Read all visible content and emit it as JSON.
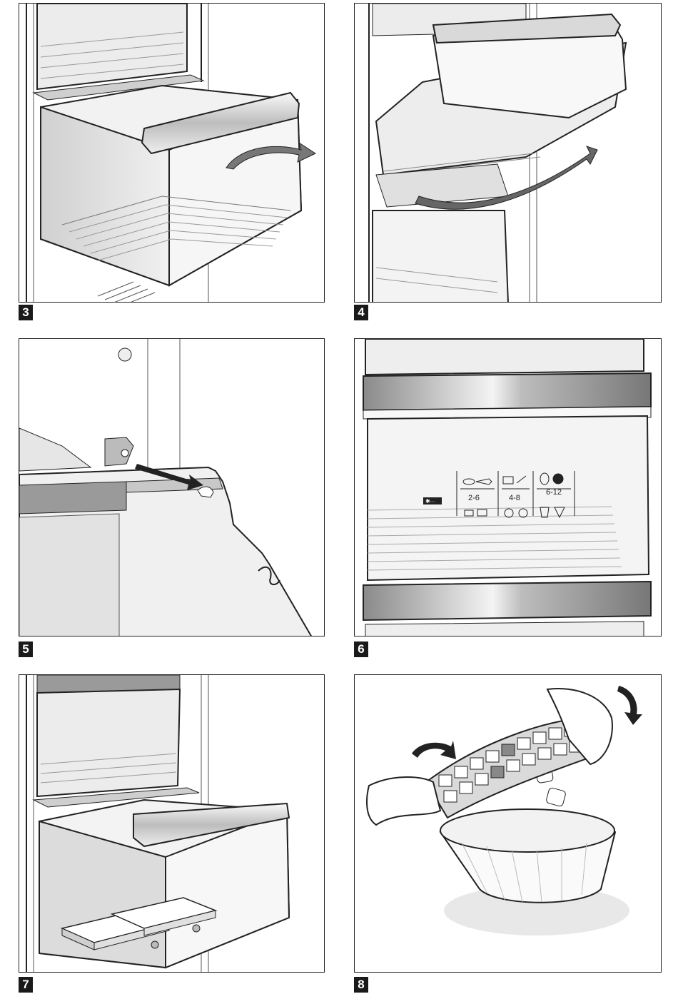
{
  "figures": [
    {
      "number": "3"
    },
    {
      "number": "4"
    },
    {
      "number": "5"
    },
    {
      "number": "6"
    },
    {
      "number": "7"
    },
    {
      "number": "8"
    }
  ],
  "freezer_label": {
    "stars": "✱∙∙∙",
    "groups": [
      {
        "range": "2-6"
      },
      {
        "range": "4-8"
      },
      {
        "range": "6-12"
      }
    ]
  }
}
